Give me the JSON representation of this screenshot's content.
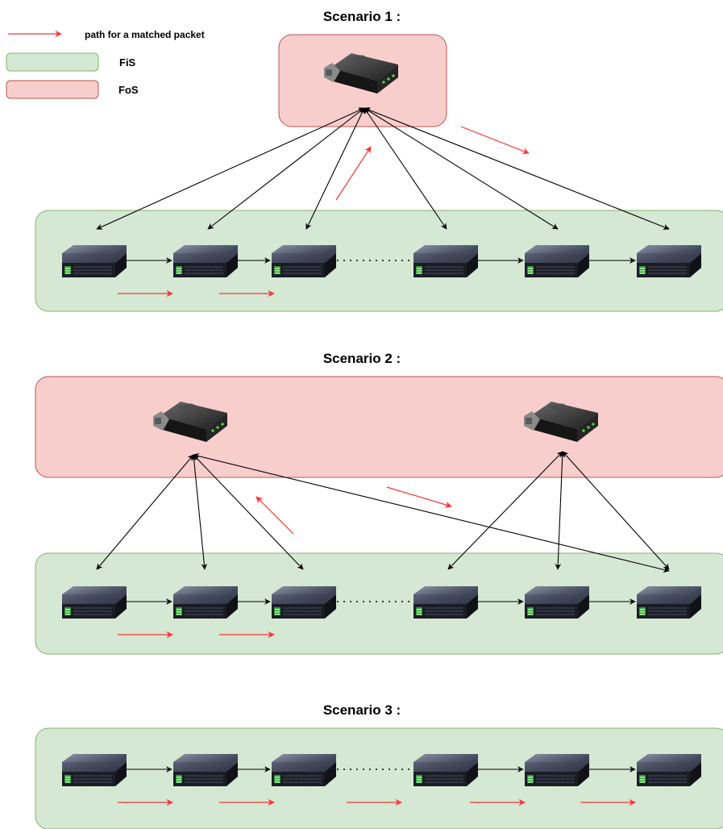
{
  "legend": {
    "path_label": "path for a matched packet",
    "fis_label": "FiS",
    "fos_label": "FoS",
    "path_color": "#ff3333",
    "fis_fill": "#d5e8d4",
    "fis_stroke": "#82b366",
    "fos_fill": "#f8cecc",
    "fos_stroke": "#b85450"
  },
  "scenarios": [
    {
      "title": "Scenario 1 :"
    },
    {
      "title": "Scenario 2 :"
    },
    {
      "title": "Scenario 3 :"
    }
  ],
  "icons": {
    "router": "router-icon",
    "switch": "network-switch-icon"
  }
}
